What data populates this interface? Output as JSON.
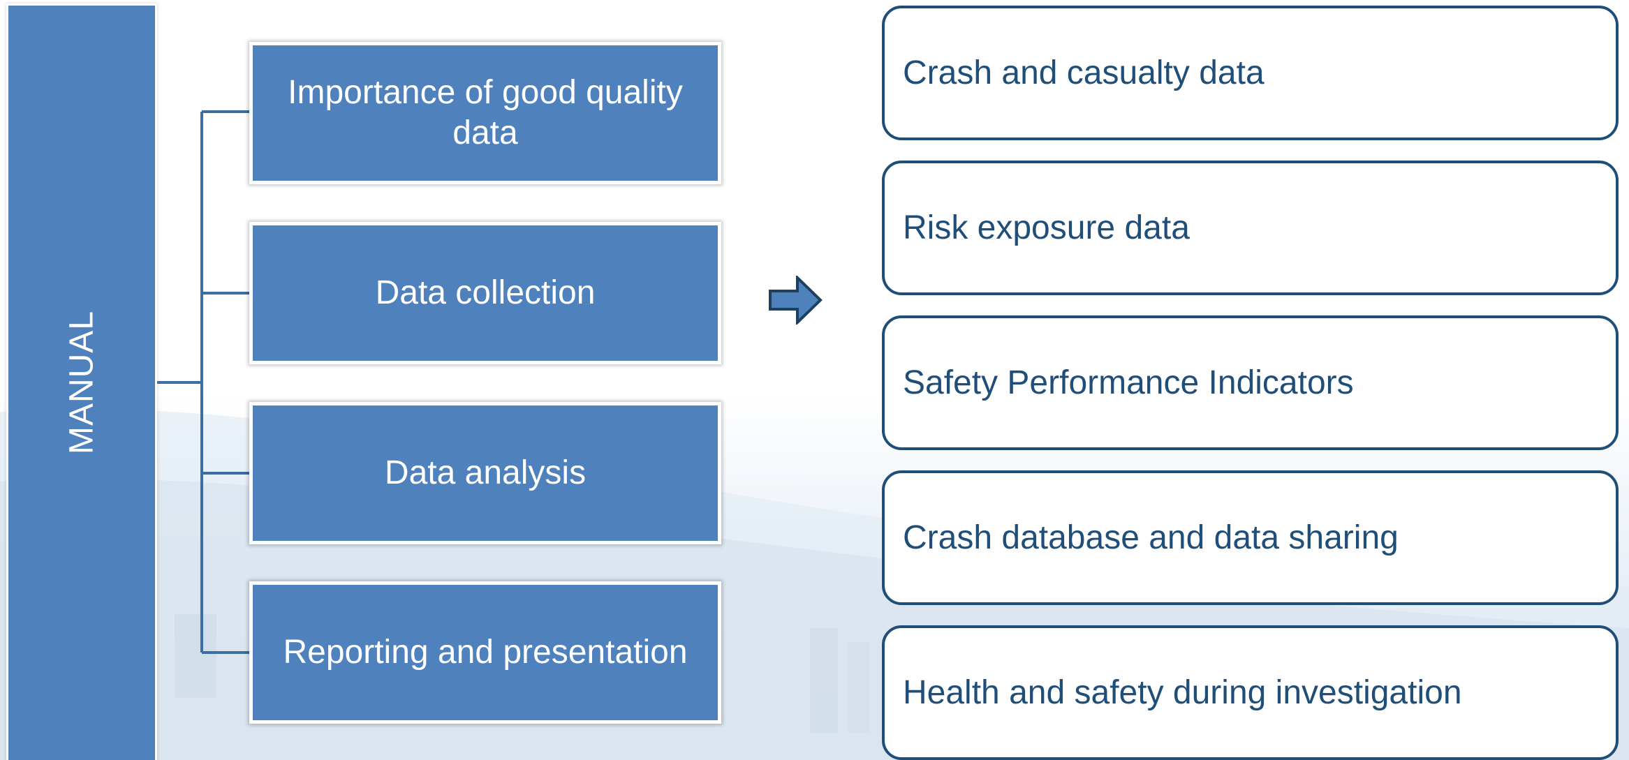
{
  "manual": {
    "label": "MANUAL"
  },
  "topics": [
    {
      "label": "Importance of good quality data"
    },
    {
      "label": "Data collection"
    },
    {
      "label": "Data analysis"
    },
    {
      "label": "Reporting and presentation"
    }
  ],
  "subtopics": [
    {
      "label": "Crash and casualty data"
    },
    {
      "label": "Risk exposure data"
    },
    {
      "label": "Safety Performance Indicators"
    },
    {
      "label": "Crash database and data sharing"
    },
    {
      "label": "Health and safety during investigation"
    }
  ],
  "colors": {
    "box_fill": "#4f81bd",
    "outline": "#1f4e79",
    "connector": "#3c6da3",
    "text_light": "#ffffff",
    "text_dark": "#1f4e79"
  }
}
